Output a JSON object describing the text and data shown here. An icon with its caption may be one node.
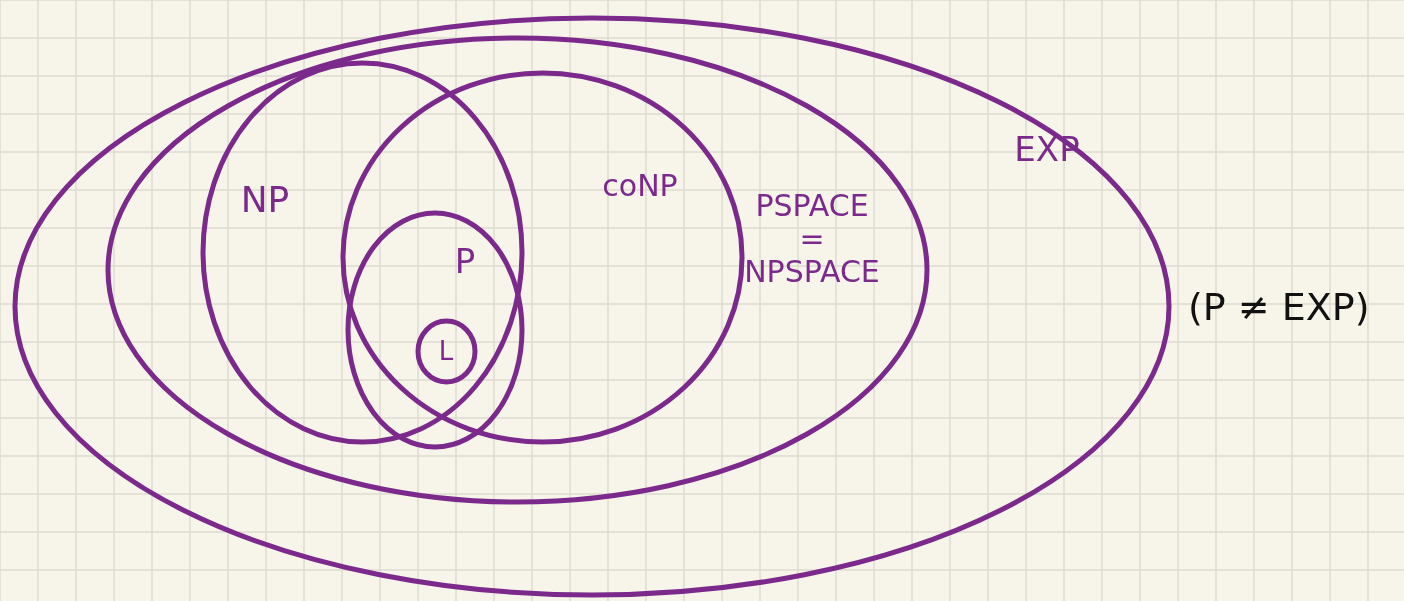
{
  "diagram": {
    "nodes": [
      {
        "text": [
          "EXP"
        ]
      },
      {
        "text": [
          "PSPACE = NPSPACE"
        ],
        "in": 0
      },
      {
        "text": [
          "NP"
        ],
        "in": 1
      },
      {
        "text": [
          "coNP"
        ],
        "in": 1
      },
      {
        "text": [
          "P"
        ]
      },
      {
        "text": [
          "L"
        ],
        "in": 4
      }
    ],
    "labels": [
      "(P ≠ EXP)"
    ]
  }
}
